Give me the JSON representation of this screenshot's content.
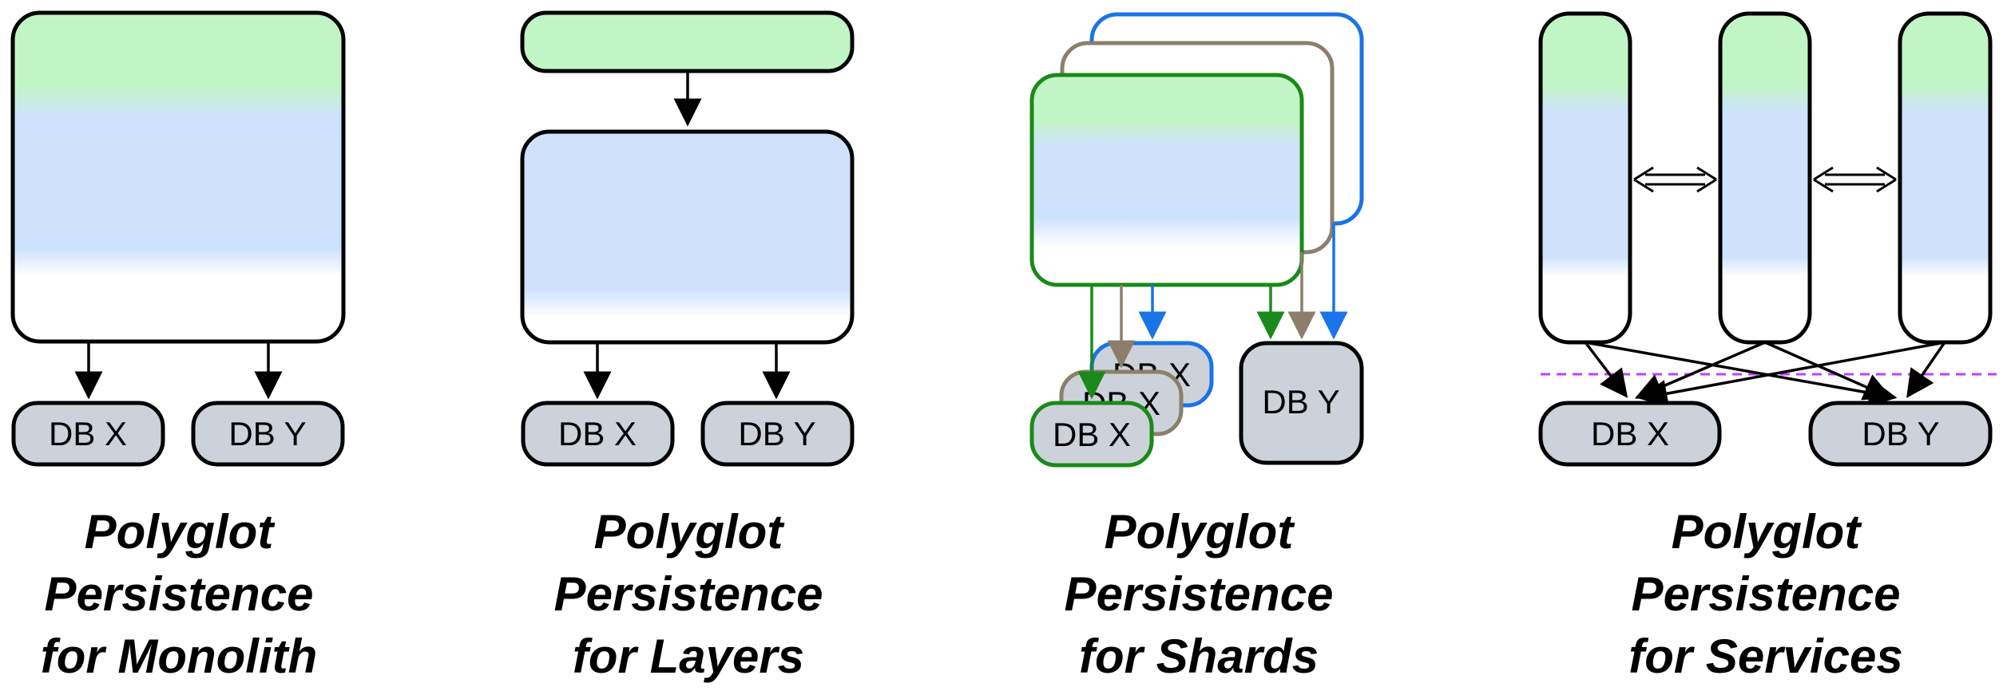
{
  "colors": {
    "tier_top": "#c2f5c6",
    "tier_mid": "#cfe2fd",
    "db_fill": "#cdd2da",
    "stroke": "#000000",
    "shard_blue": "#1a73e8",
    "shard_grey": "#8b7f6b",
    "shard_green": "#1a8a1a",
    "boundary": "#c040ff"
  },
  "panels": [
    {
      "db_labels": [
        "DB X",
        "DB Y"
      ],
      "caption": [
        "Polyglot",
        "Persistence",
        "for Monolith"
      ]
    },
    {
      "db_labels": [
        "DB X",
        "DB Y"
      ],
      "caption": [
        "Polyglot",
        "Persistence",
        "for Layers"
      ]
    },
    {
      "db_labels": [
        "DB X",
        "DB X",
        "DB X",
        "DB Y"
      ],
      "caption": [
        "Polyglot",
        "Persistence",
        "for Shards"
      ]
    },
    {
      "db_labels": [
        "DB X",
        "DB Y"
      ],
      "caption": [
        "Polyglot",
        "Persistence",
        "for Services"
      ]
    }
  ]
}
